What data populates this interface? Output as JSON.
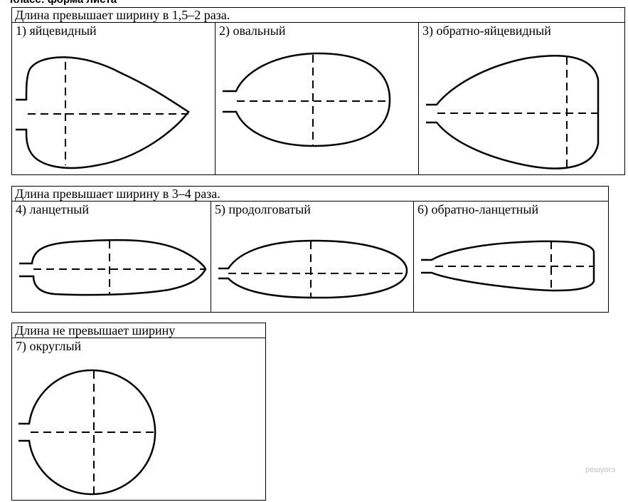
{
  "page_heading": "Класс: форма листа",
  "groups": [
    {
      "header": "Длина превышает ширину в 1,5–2 раза.",
      "items": [
        {
          "label": "1) яйцевидный"
        },
        {
          "label": "2) овальный"
        },
        {
          "label": "3) обратно-яйцевидный"
        }
      ]
    },
    {
      "header": "Длина превышает ширину в 3–4 раза.",
      "items": [
        {
          "label": "4) ланцетный"
        },
        {
          "label": "5) продолговатый"
        },
        {
          "label": "6) обратно-ланцетный"
        }
      ]
    },
    {
      "header": "Длина не превышает ширину",
      "items": [
        {
          "label": "7) округлый"
        }
      ]
    }
  ],
  "watermark": "решуогэ"
}
